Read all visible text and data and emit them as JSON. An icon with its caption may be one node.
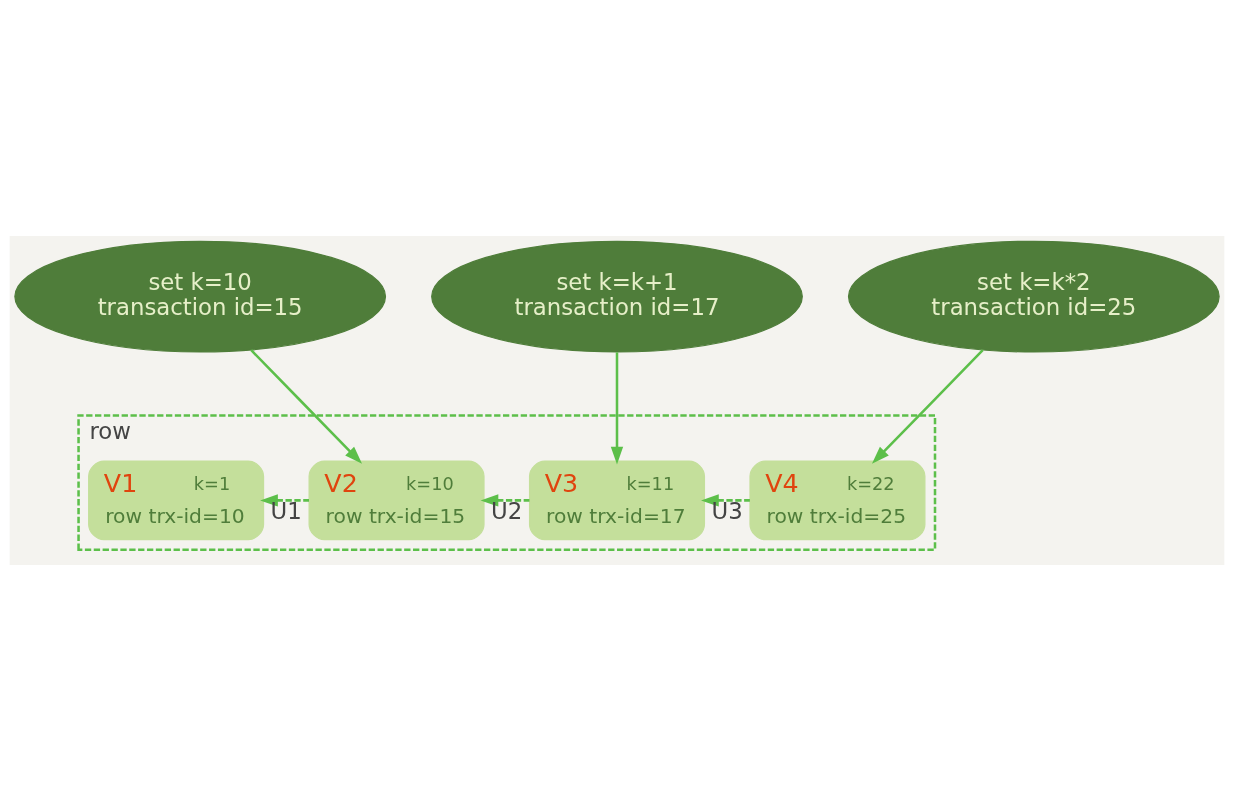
{
  "diagram": {
    "nodes": [
      {
        "text": [
          "set k=10",
          "transaction id=15"
        ]
      },
      {
        "text": [
          "set k=k+1",
          "transaction id=17"
        ]
      },
      {
        "text": [
          "set k=k*2",
          "transaction id=25"
        ]
      },
      {
        "text": [
          "row"
        ]
      },
      {
        "text": [
          "V1",
          "k=1",
          "row trx-id=10"
        ],
        "in": 3
      },
      {
        "text": [
          "V2",
          "k=10",
          "row trx-id=15"
        ],
        "in": 3
      },
      {
        "text": [
          "V3",
          "k=11",
          "row trx-id=17"
        ],
        "in": 3
      },
      {
        "text": [
          "V4",
          "k=22",
          "row trx-id=25"
        ],
        "in": 3
      }
    ],
    "edges": [
      {
        "from": 0,
        "to": 5,
        "arrow": "to"
      },
      {
        "from": 1,
        "to": 6,
        "arrow": "to"
      },
      {
        "from": 2,
        "to": 7,
        "arrow": "to"
      },
      {
        "from": 5,
        "to": 4,
        "arrow": "to",
        "style": "dashed",
        "label": "U1"
      },
      {
        "from": 6,
        "to": 5,
        "arrow": "to",
        "style": "dashed",
        "label": "U2"
      },
      {
        "from": 7,
        "to": 6,
        "arrow": "to",
        "style": "dashed",
        "label": "U3"
      }
    ]
  }
}
